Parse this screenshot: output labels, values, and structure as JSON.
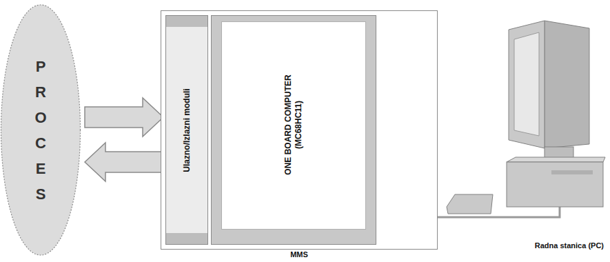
{
  "diagram": {
    "nodes": [
      {
        "text": [
          "PROCES"
        ]
      },
      {
        "text": [
          "MMS"
        ]
      },
      {
        "text": [
          "Ulazno/Izlazni moduli"
        ],
        "in": 1
      },
      {
        "text": [
          "ONE BOARD COMPUTER (MC68HC11)"
        ],
        "in": 1
      },
      {
        "text": [
          "Radna stanica (PC)"
        ]
      }
    ],
    "edges": [
      {
        "from": 0,
        "to": 2,
        "arrow": "to"
      },
      {
        "from": 2,
        "to": 0,
        "arrow": "to"
      },
      {
        "from": 3,
        "to": 4,
        "arrow": "none"
      }
    ]
  }
}
